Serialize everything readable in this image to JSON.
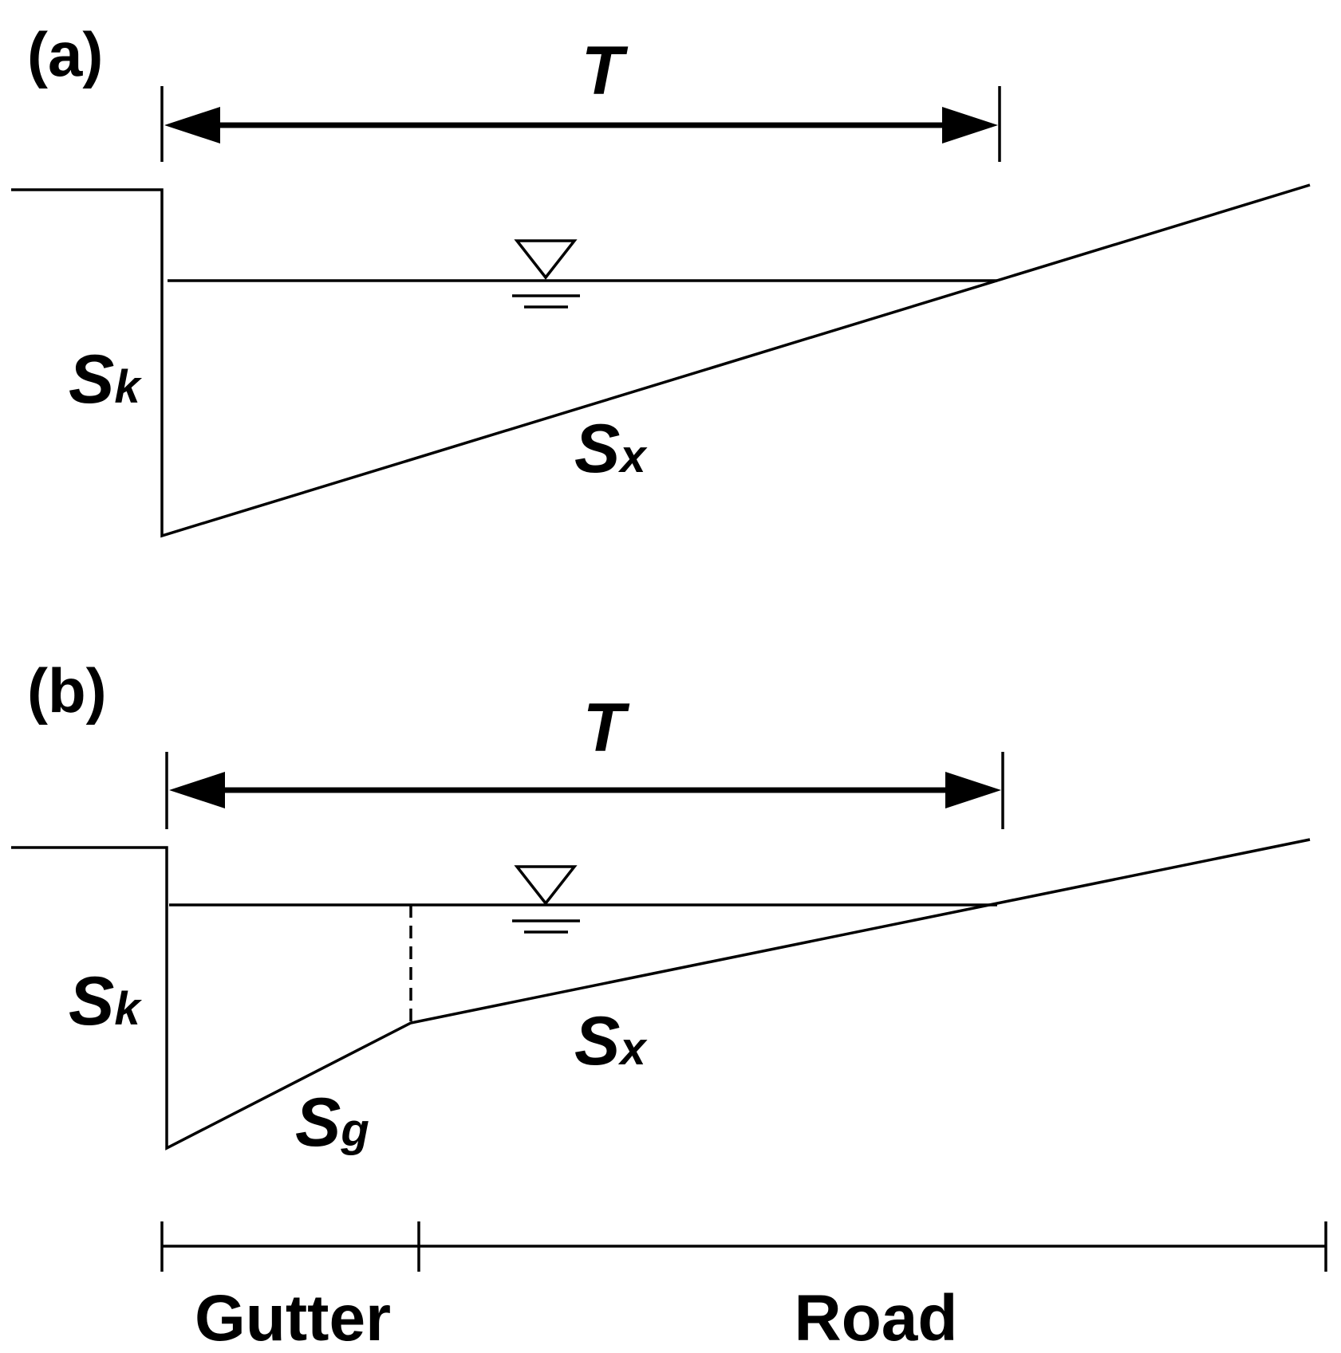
{
  "panel_a": {
    "label": "(a)",
    "width_label": "T",
    "curb_slope": {
      "main": "S",
      "sub": "k"
    },
    "cross_slope": {
      "main": "S",
      "sub": "x"
    }
  },
  "panel_b": {
    "label": "(b)",
    "width_label": "T",
    "curb_slope": {
      "main": "S",
      "sub": "k"
    },
    "cross_slope": {
      "main": "S",
      "sub": "x"
    },
    "gutter_slope": {
      "main": "S",
      "sub": "g"
    },
    "zones": {
      "gutter": "Gutter",
      "road": "Road"
    }
  },
  "colors": {
    "ink": "#000000",
    "background": "#ffffff"
  }
}
